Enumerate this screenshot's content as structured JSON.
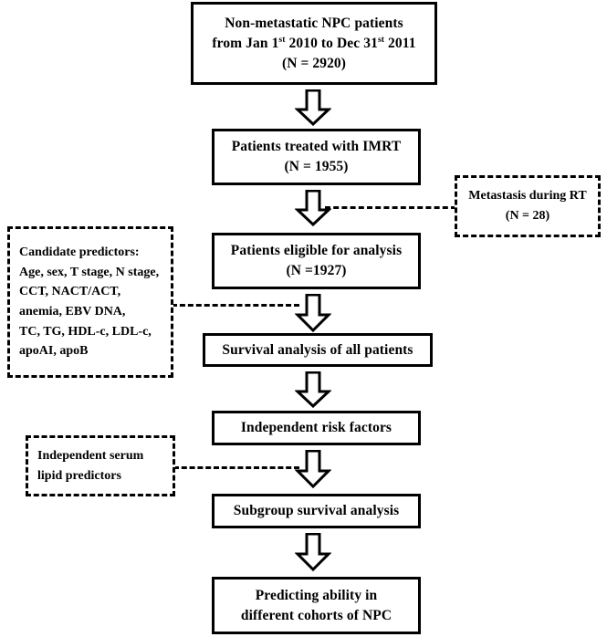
{
  "diagram": {
    "title": "Study flow diagram of non-metastatic NPC patient cohort",
    "stroke_color": "#000000",
    "fill_color": "#ffffff",
    "nodes": [
      {
        "id": "cohort",
        "lines": [
          "Non-metastatic NPC patients",
          "from Jan 1st 2010 to Dec 31st 2011",
          "(N = 2920)"
        ],
        "line1": "Non-metastatic NPC patients",
        "line2_a": "from Jan 1",
        "line2_sup1": "st",
        "line2_b": " 2010 to Dec 31",
        "line2_sup2": "st",
        "line2_c": " 2011",
        "line3": "(N = 2920)"
      },
      {
        "id": "imrt",
        "line1": "Patients treated with IMRT",
        "line2": "(N = 1955)"
      },
      {
        "id": "eligible",
        "line1": "Patients eligible for analysis",
        "line2": "(N =1927)"
      },
      {
        "id": "survival-all",
        "line1": "Survival analysis of all patients"
      },
      {
        "id": "risk-factors",
        "line1": "Independent risk factors"
      },
      {
        "id": "subgroup",
        "line1": "Subgroup survival analysis"
      },
      {
        "id": "predicting",
        "line1": "Predicting ability in",
        "line2": "different cohorts of NPC"
      }
    ],
    "annotations": [
      {
        "id": "metastasis",
        "line1": "Metastasis during RT",
        "line2": "(N = 28)"
      },
      {
        "id": "candidate-predictors",
        "line1": "Candidate predictors:",
        "line2": "Age, sex, T stage, N stage,",
        "line3": "CCT, NACT/ACT,",
        "line4": "anemia, EBV DNA,",
        "line5": "TC, TG, HDL-c, LDL-c,",
        "line6": "apoAI, apoB"
      },
      {
        "id": "serum-lipid",
        "line1": "Independent serum",
        "line2": "lipid predictors"
      }
    ]
  }
}
